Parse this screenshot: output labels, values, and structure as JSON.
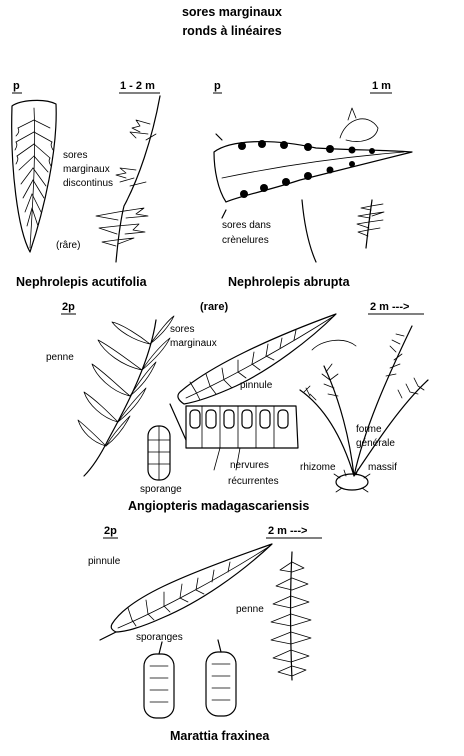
{
  "heading": {
    "line1": "sores marginaux",
    "line2": "ronds à linéaires"
  },
  "panels": [
    {
      "species": "Nephrolepis acutifolia",
      "scale_left": "p",
      "scale_right": "1 - 2 m",
      "labels": {
        "sori": "sores\nmarginaux\ndiscontinus",
        "rare": "(râre)"
      }
    },
    {
      "species": "Nephrolepis abrupta",
      "scale_left": "p",
      "scale_right": "1 m",
      "labels": {
        "sori": "sores dans\ncrènelures"
      }
    },
    {
      "species": "Angiopteris madagascariensis",
      "scale_left": "2p",
      "scale_middle": "(rare)",
      "scale_right": "2 m --->",
      "labels": {
        "penne": "penne",
        "sori": "sores\nmarginaux",
        "pinnule": "pinnule",
        "forme": "forme\ngénérale",
        "veins": "nervures\nrécurrentes",
        "rhizome": "rhizome",
        "massif": "massif",
        "sporange": "sporange"
      }
    },
    {
      "species": "Marattia fraxinea",
      "scale_left": "2p",
      "scale_right": "2 m --->",
      "labels": {
        "pinnule": "pinnule",
        "penne": "penne",
        "sporanges": "sporanges"
      }
    }
  ]
}
